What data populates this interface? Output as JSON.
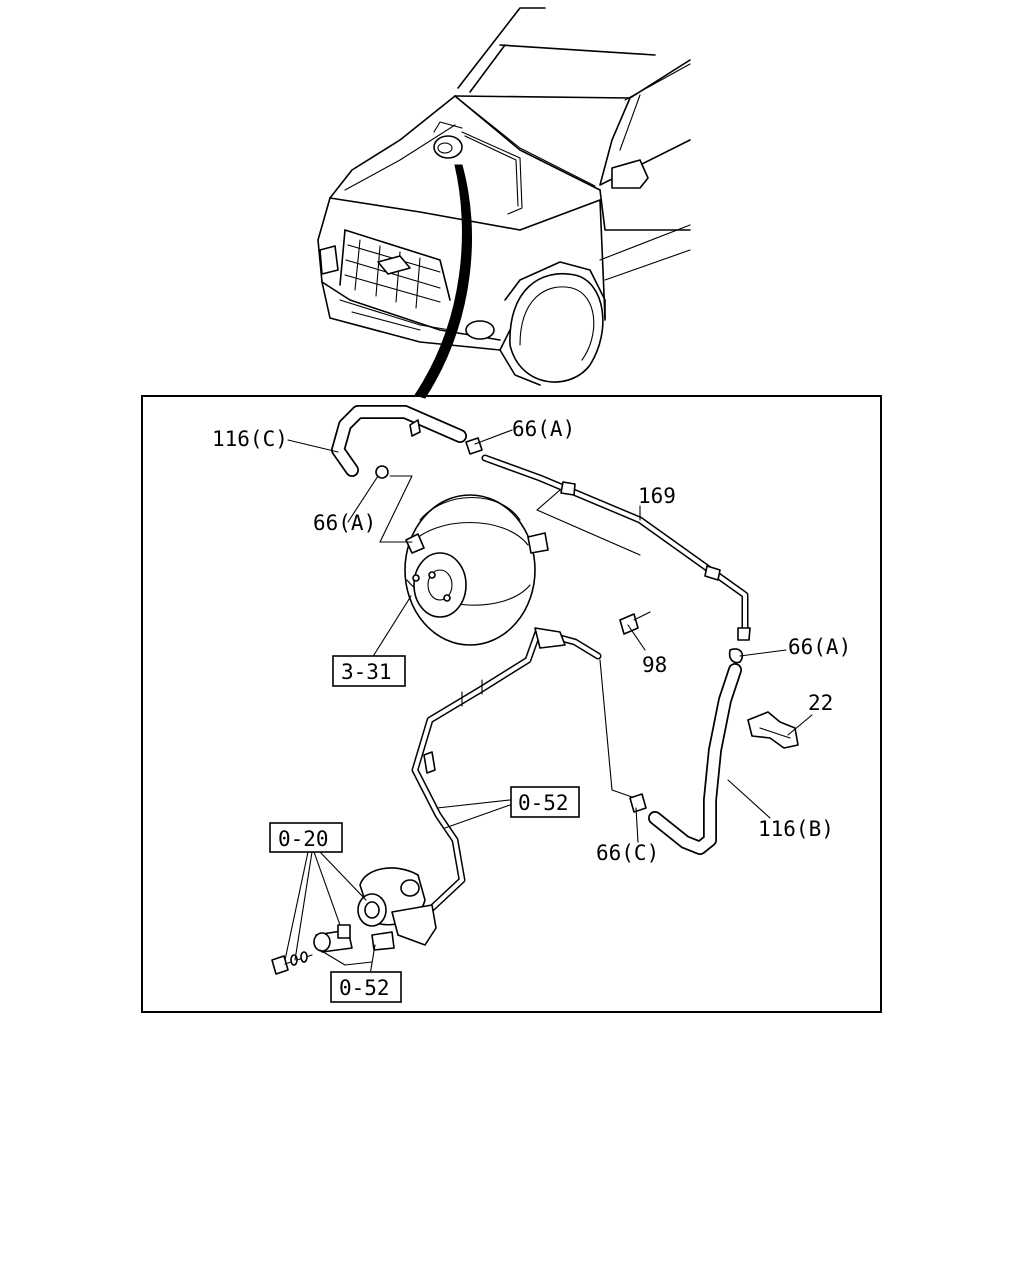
{
  "labels": {
    "hose_upper": "116(C)",
    "clamp_top": "66(A)",
    "clamp_booster": "66(A)",
    "pipe": "169",
    "booster_ref": "3-31",
    "bolt": "98",
    "clamp_right": "66(A)",
    "clip": "22",
    "ref_052_mid": "0-52",
    "hose_right": "116(B)",
    "clamp_lower": "66(C)",
    "ref_020": "0-20",
    "ref_052_bottom": "0-52"
  }
}
